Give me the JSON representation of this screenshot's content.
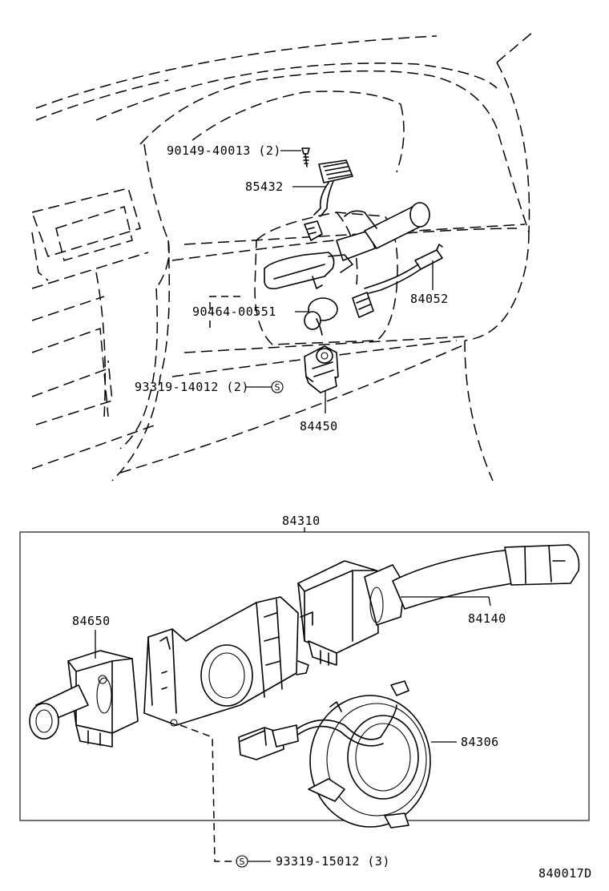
{
  "labels": {
    "bolt_85432": "90149-40013 (2)",
    "switch_85432": "85432",
    "cylinder_90464": "90464-00551",
    "wire_84052": "84052",
    "screw_93319_a": "93319-14012 (2)",
    "switch_84450": "84450",
    "assembly_84310": "84310",
    "switch_84140": "84140",
    "switch_84650": "84650",
    "spiral_84306": "84306",
    "screw_93319_b": "93319-15012 (3)",
    "figure_code": "840017D"
  },
  "symbols": {
    "screw_marker": "S"
  }
}
